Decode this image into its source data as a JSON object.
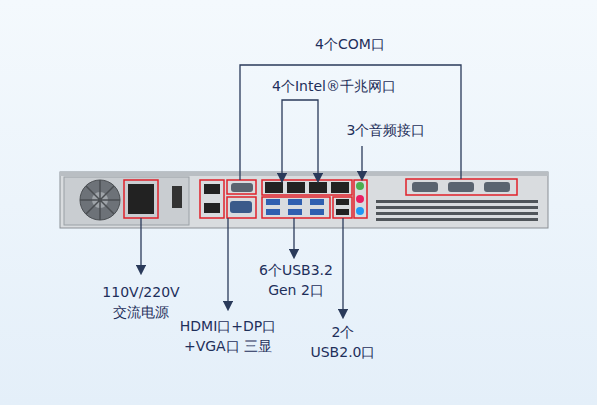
{
  "diagram": {
    "labels": [
      "4个COM口",
      "4个Intel®千兆网口",
      "3个音频接口",
      "110V/220V 交流电源",
      "HDMI口+DP口 +VGA口 三显",
      "6个USB3.2 Gen 2口",
      "2个 USB2.0口"
    ]
  }
}
